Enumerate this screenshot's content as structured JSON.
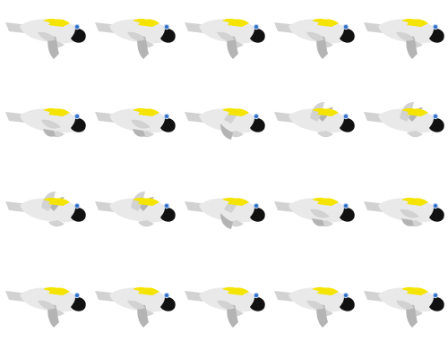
{
  "sprite_sheet": {
    "subject": "cockatoo-flight",
    "rows": 4,
    "columns": 5,
    "frame_count": 20,
    "frames": [
      {
        "pose": "glide"
      },
      {
        "pose": "glide"
      },
      {
        "pose": "glide"
      },
      {
        "pose": "glide"
      },
      {
        "pose": "glide"
      },
      {
        "pose": "wings-level"
      },
      {
        "pose": "wings-level"
      },
      {
        "pose": "wings-mid"
      },
      {
        "pose": "wings-up"
      },
      {
        "pose": "wings-up"
      },
      {
        "pose": "wings-up"
      },
      {
        "pose": "wings-up"
      },
      {
        "pose": "wings-mid"
      },
      {
        "pose": "wings-level"
      },
      {
        "pose": "wings-level"
      },
      {
        "pose": "glide"
      },
      {
        "pose": "glide"
      },
      {
        "pose": "glide"
      },
      {
        "pose": "glide"
      },
      {
        "pose": "glide"
      }
    ]
  },
  "colors": {
    "background": "#ffffff",
    "body": "#e9e9e9",
    "body_shade": "#d2d2d2",
    "wing_dark": "#b4b4b4",
    "crest": "#f4e400",
    "beak": "#111111",
    "eye": "#2f6fc8",
    "eye_ring": "#bcd3f2"
  }
}
